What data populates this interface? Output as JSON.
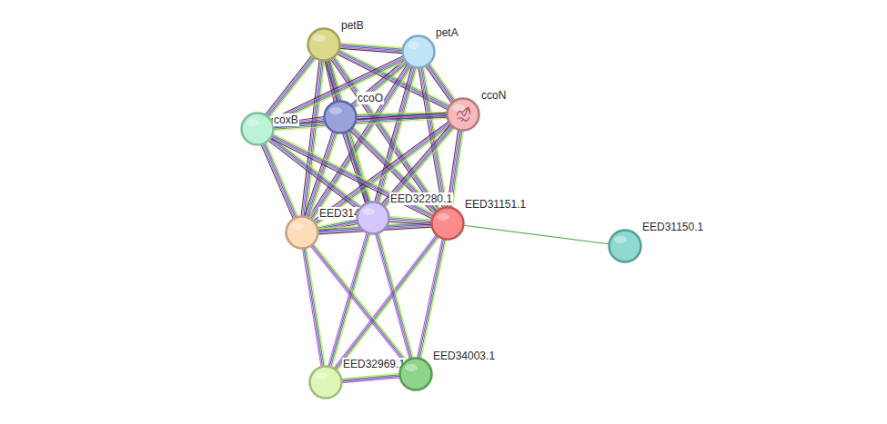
{
  "diagram": {
    "nodes": [
      {
        "text": [
          "petB"
        ]
      },
      {
        "text": [
          "petA"
        ]
      },
      {
        "text": [
          "ccoO"
        ]
      },
      {
        "text": [
          "ccoN"
        ]
      },
      {
        "text": [
          "coxB"
        ]
      },
      {
        "text": [
          "EED314"
        ]
      },
      {
        "text": [
          "EED32280.1"
        ]
      },
      {
        "text": [
          "EED31151.1"
        ]
      },
      {
        "text": [
          "EED31150.1"
        ]
      },
      {
        "text": [
          "EED32969.1"
        ]
      },
      {
        "text": [
          "EED34003.1"
        ]
      }
    ],
    "edges": [
      {
        "from": 0,
        "to": 1,
        "arrow": "none"
      },
      {
        "from": 0,
        "to": 2,
        "arrow": "none"
      },
      {
        "from": 0,
        "to": 3,
        "arrow": "none"
      },
      {
        "from": 0,
        "to": 4,
        "arrow": "none"
      },
      {
        "from": 0,
        "to": 5,
        "arrow": "none"
      },
      {
        "from": 0,
        "to": 6,
        "arrow": "none"
      },
      {
        "from": 0,
        "to": 7,
        "arrow": "none"
      },
      {
        "from": 1,
        "to": 2,
        "arrow": "none"
      },
      {
        "from": 1,
        "to": 3,
        "arrow": "none"
      },
      {
        "from": 1,
        "to": 4,
        "arrow": "none"
      },
      {
        "from": 1,
        "to": 5,
        "arrow": "none"
      },
      {
        "from": 1,
        "to": 6,
        "arrow": "none"
      },
      {
        "from": 1,
        "to": 7,
        "arrow": "none"
      },
      {
        "from": 2,
        "to": 3,
        "arrow": "none"
      },
      {
        "from": 2,
        "to": 4,
        "arrow": "none"
      },
      {
        "from": 2,
        "to": 5,
        "arrow": "none"
      },
      {
        "from": 2,
        "to": 6,
        "arrow": "none"
      },
      {
        "from": 2,
        "to": 7,
        "arrow": "none"
      },
      {
        "from": 3,
        "to": 4,
        "arrow": "none"
      },
      {
        "from": 3,
        "to": 5,
        "arrow": "none"
      },
      {
        "from": 3,
        "to": 6,
        "arrow": "none"
      },
      {
        "from": 3,
        "to": 7,
        "arrow": "none"
      },
      {
        "from": 4,
        "to": 5,
        "arrow": "none"
      },
      {
        "from": 4,
        "to": 6,
        "arrow": "none"
      },
      {
        "from": 4,
        "to": 7,
        "arrow": "none"
      },
      {
        "from": 5,
        "to": 6,
        "arrow": "none"
      },
      {
        "from": 5,
        "to": 7,
        "arrow": "none"
      },
      {
        "from": 6,
        "to": 7,
        "arrow": "none"
      },
      {
        "from": 7,
        "to": 8,
        "arrow": "none"
      },
      {
        "from": 5,
        "to": 9,
        "arrow": "none"
      },
      {
        "from": 6,
        "to": 9,
        "arrow": "none"
      },
      {
        "from": 7,
        "to": 9,
        "arrow": "none"
      },
      {
        "from": 5,
        "to": 10,
        "arrow": "none"
      },
      {
        "from": 6,
        "to": 10,
        "arrow": "none"
      },
      {
        "from": 7,
        "to": 10,
        "arrow": "none"
      },
      {
        "from": 9,
        "to": 10,
        "arrow": "none"
      }
    ]
  }
}
